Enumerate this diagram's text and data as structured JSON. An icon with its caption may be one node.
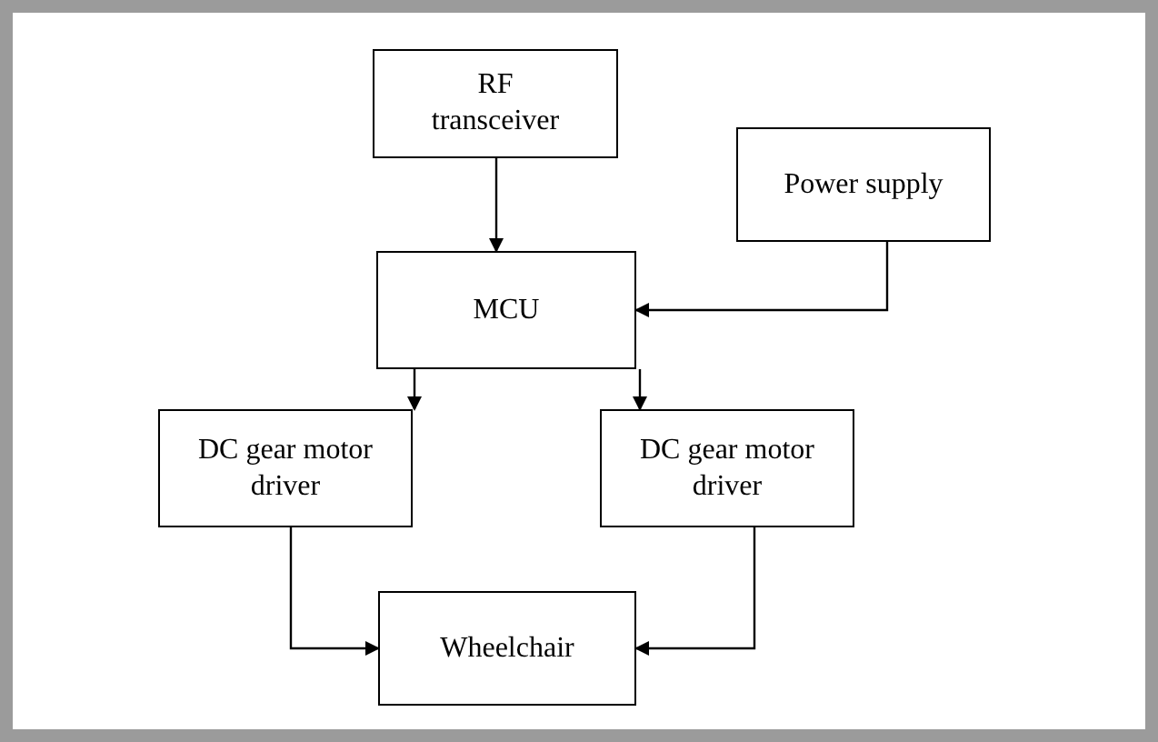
{
  "diagram": {
    "nodes": [
      {
        "text": [
          "RF transceiver"
        ]
      },
      {
        "text": [
          "Power supply"
        ]
      },
      {
        "text": [
          "MCU"
        ]
      },
      {
        "text": [
          "DC gear motor driver"
        ]
      },
      {
        "text": [
          "DC gear motor driver"
        ]
      },
      {
        "text": [
          "Wheelchair"
        ]
      }
    ],
    "edges": [
      {
        "from": 0,
        "to": 2,
        "arrow": "to"
      },
      {
        "from": 1,
        "to": 2,
        "arrow": "to"
      },
      {
        "from": 2,
        "to": 3,
        "arrow": "to"
      },
      {
        "from": 2,
        "to": 4,
        "arrow": "to"
      },
      {
        "from": 3,
        "to": 5,
        "arrow": "to"
      },
      {
        "from": 4,
        "to": 5,
        "arrow": "to"
      }
    ]
  }
}
